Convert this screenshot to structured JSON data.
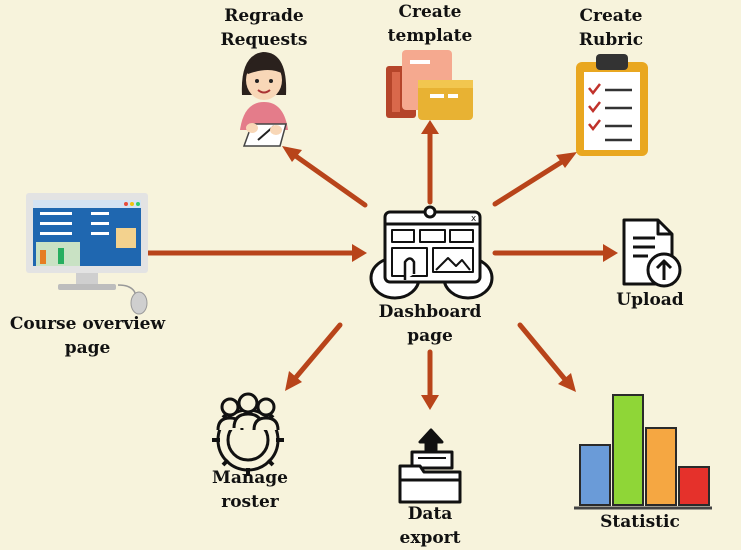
{
  "colors": {
    "background": "#f7f3dc",
    "arrow": "#b8441a",
    "ink": "#111111"
  },
  "center": {
    "label_line1": "Dashboard",
    "label_line2": "page",
    "icon": "dashboard-icon"
  },
  "nodes": {
    "regrade": {
      "line1": "Regrade",
      "line2": "Requests",
      "icon": "person-reviewing-icon"
    },
    "template": {
      "line1": "Create",
      "line2": "template",
      "icon": "folders-icon"
    },
    "rubric": {
      "line1": "Create",
      "line2": "Rubric",
      "icon": "clipboard-checklist-icon"
    },
    "course": {
      "line1": "Course overview",
      "line2": "page",
      "icon": "computer-monitor-icon"
    },
    "upload": {
      "line1": "Upload",
      "icon": "document-upload-icon"
    },
    "roster": {
      "line1": "Manage",
      "line2": "roster",
      "icon": "people-gear-icon"
    },
    "export": {
      "line1": "Data",
      "line2": "export",
      "icon": "folder-export-icon"
    },
    "statistic": {
      "line1": "Statistic",
      "icon": "bar-chart-icon"
    }
  }
}
